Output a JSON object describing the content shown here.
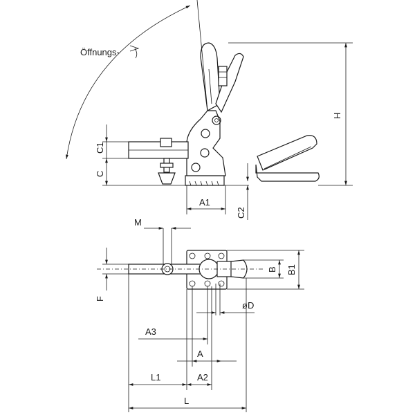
{
  "labels": {
    "opening": "Öffnungs-",
    "H": "H",
    "C": "C",
    "C1": "C1",
    "C2": "C2",
    "A1": "A1",
    "M": "M",
    "F": "F",
    "B": "B",
    "B1": "B1",
    "D": "øD",
    "A3": "A3",
    "A": "A",
    "L1": "L1",
    "A2": "A2",
    "L": "L"
  }
}
